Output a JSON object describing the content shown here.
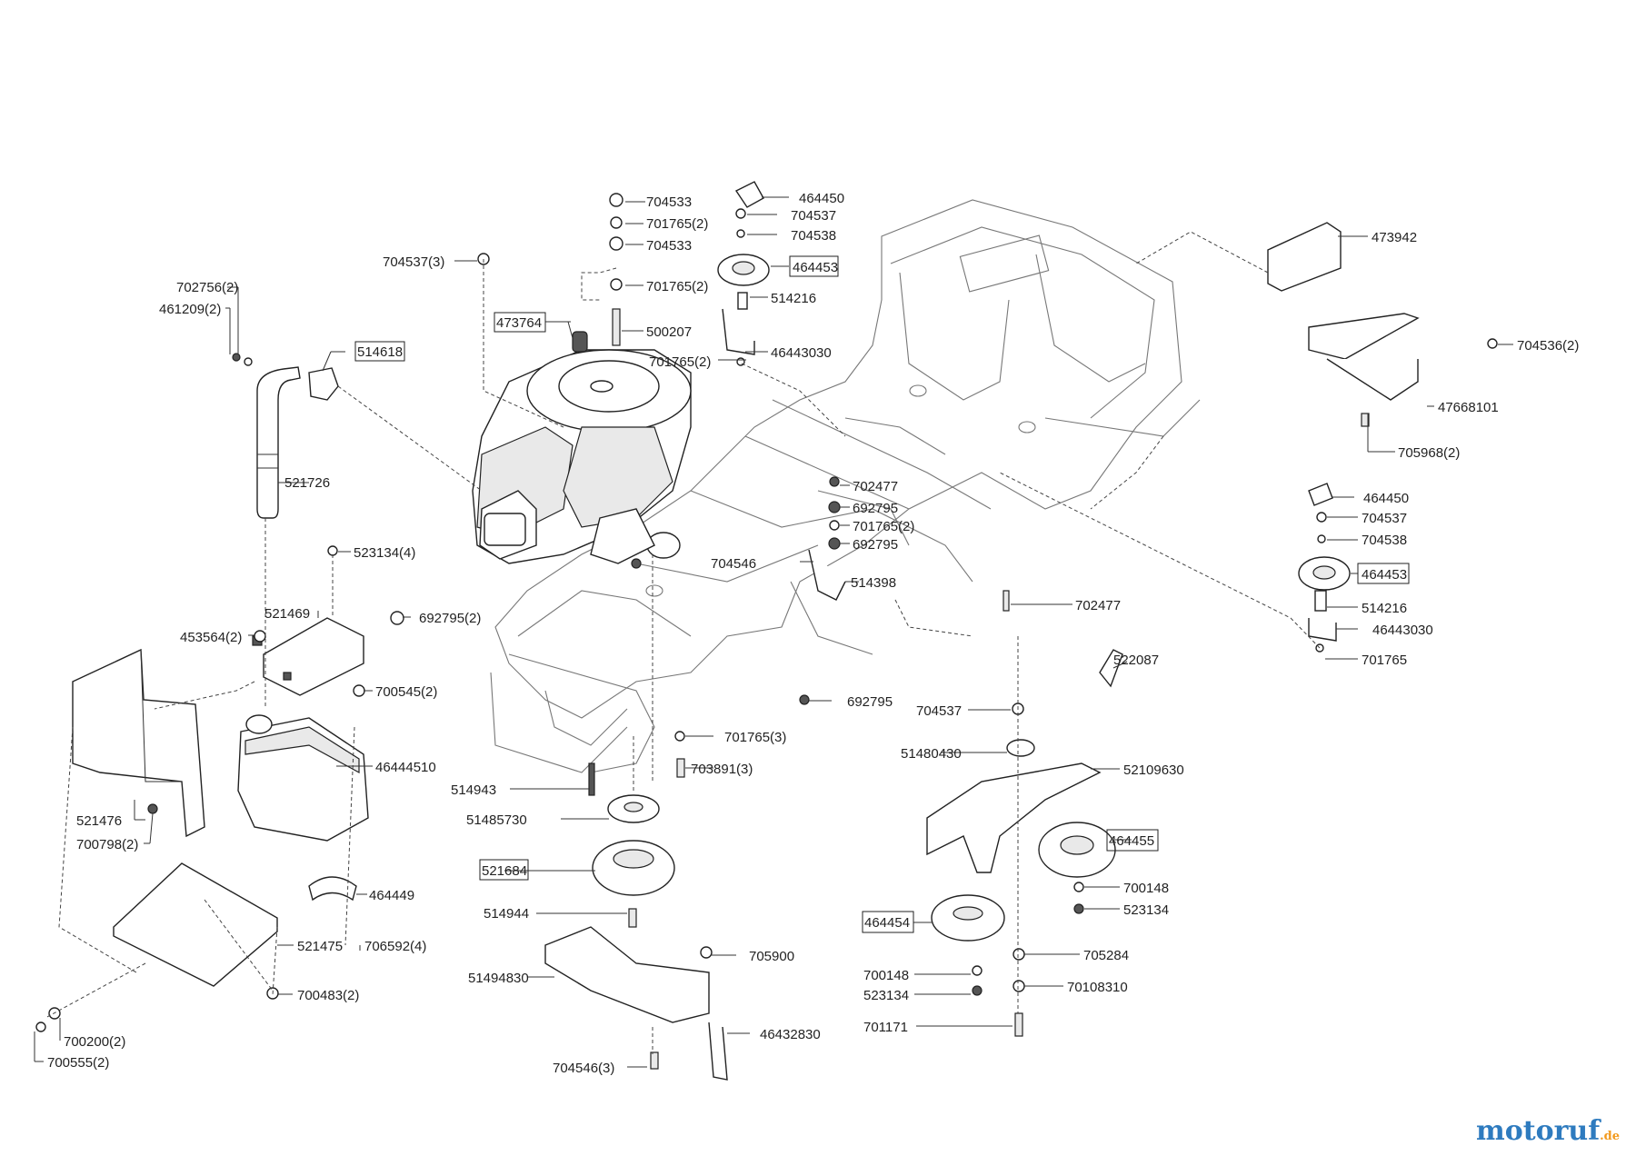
{
  "labels": [
    "704533",
    "701765(2)",
    "704533",
    "701765(2)",
    "500207",
    "701765(2)",
    "464450",
    "704537",
    "704538",
    "464453",
    "514216",
    "46443030",
    "704537(3)",
    "702756(2)",
    "461209(2)",
    "514618",
    "473764",
    "521726",
    "473942",
    "704536(2)",
    "47668101",
    "705968(2)",
    "702477",
    "692795",
    "701765(2)",
    "692795",
    "704546",
    "514398",
    "702477",
    "464450",
    "704537",
    "704538",
    "464453",
    "514216",
    "46443030",
    "701765",
    "523134(4)",
    "521469",
    "692795(2)",
    "453564(2)",
    "700545(2)",
    "46444510",
    "521476",
    "700798(2)",
    "464449",
    "521475",
    "706592(4)",
    "700483(2)",
    "700200(2)",
    "700555(2)",
    "692795",
    "701765(3)",
    "703891(3)",
    "514943",
    "51485730",
    "521684",
    "514944",
    "705900",
    "51494830",
    "46432830",
    "704546(3)",
    "522087",
    "704537",
    "51480430",
    "52109630",
    "464455",
    "700148",
    "523134",
    "464454",
    "705284",
    "700148",
    "70108310",
    "523134",
    "701171"
  ],
  "logo": {
    "text": "motoruf",
    "suffix": ".de"
  }
}
